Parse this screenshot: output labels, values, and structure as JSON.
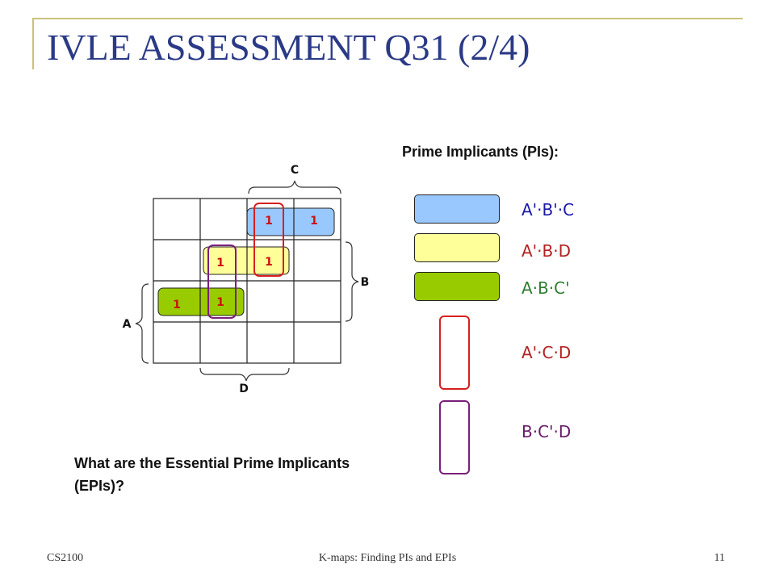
{
  "slide": {
    "title": "IVLE ASSESSMENT Q31 (2/4)",
    "pi_heading": "Prime Implicants (PIs):",
    "question": "What are the Essential Prime Implicants (EPIs)?",
    "footer": {
      "left": "CS2100",
      "center": "K-maps: Finding PIs and EPIs",
      "right": "11"
    }
  },
  "kmap": {
    "var_labels": {
      "A": "A",
      "B": "B",
      "C": "C",
      "D": "D"
    },
    "one_value": "1",
    "cells_with_ones": [
      {
        "row": 0,
        "col": 2
      },
      {
        "row": 0,
        "col": 3
      },
      {
        "row": 1,
        "col": 1
      },
      {
        "row": 1,
        "col": 2
      },
      {
        "row": 2,
        "col": 0
      },
      {
        "row": 2,
        "col": 1
      }
    ]
  },
  "prime_implicants": [
    {
      "id": "pi-1",
      "label": "A'·B'·C",
      "label_color": "#1a1aa6",
      "fill": "#99c8ff",
      "style": "filled"
    },
    {
      "id": "pi-2",
      "label": "A'·B·D",
      "label_color": "#b22222",
      "fill": "#ffff99",
      "style": "filled"
    },
    {
      "id": "pi-3",
      "label": "A·B·C'",
      "label_color": "#2e7d32",
      "fill": "#99cc00",
      "style": "filled"
    },
    {
      "id": "pi-4",
      "label": "A'·C·D",
      "label_color": "#b22222",
      "outline": "#d62020",
      "style": "outline"
    },
    {
      "id": "pi-5",
      "label": "B·C'·D",
      "label_color": "#6a1b6a",
      "outline": "#7b1f7b",
      "style": "outline"
    }
  ]
}
